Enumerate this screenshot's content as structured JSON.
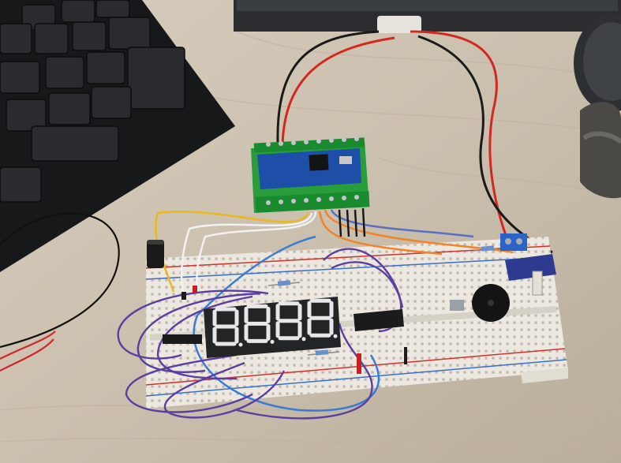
{
  "scene": {
    "display_digits": [
      "8",
      "8",
      "8",
      "8"
    ]
  }
}
